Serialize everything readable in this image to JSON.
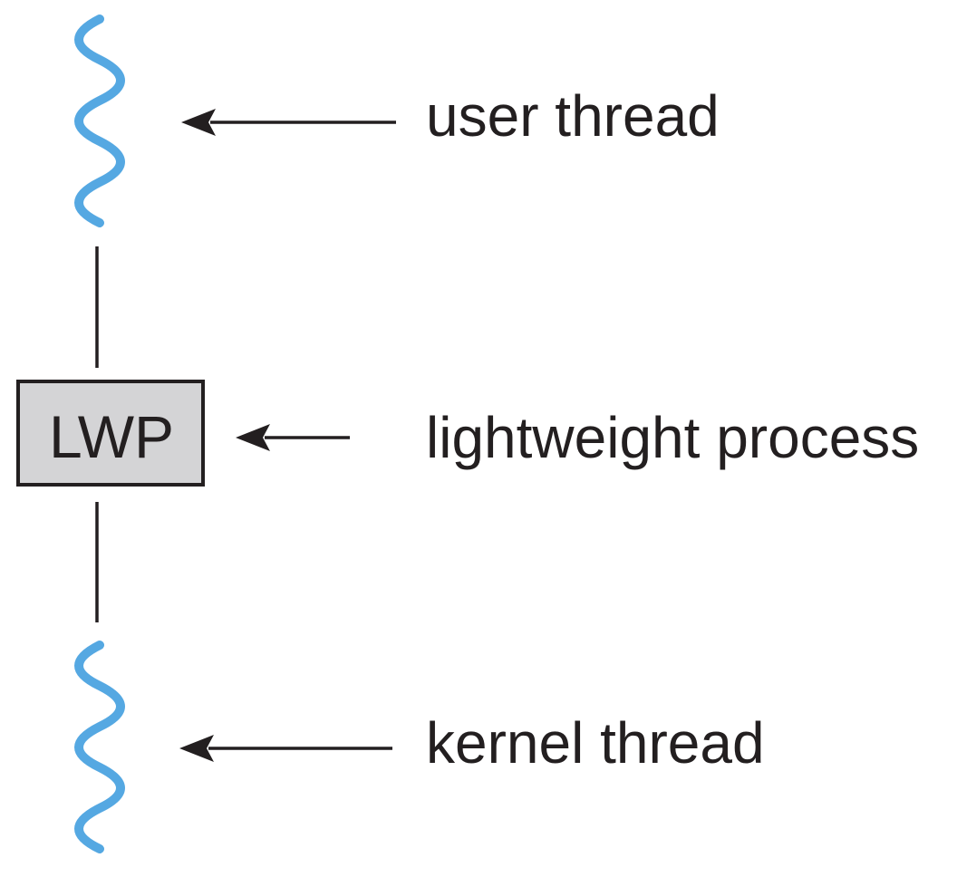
{
  "diagram": {
    "box_label": "LWP",
    "annotations": [
      {
        "label": "user thread"
      },
      {
        "label": "lightweight process"
      },
      {
        "label": "kernel thread"
      }
    ],
    "colors": {
      "thread_wave_blue": "#55A8E2",
      "box_fill_gray": "#D4D4D6",
      "ink_black": "#231F20",
      "background": "#FFFFFF"
    }
  }
}
